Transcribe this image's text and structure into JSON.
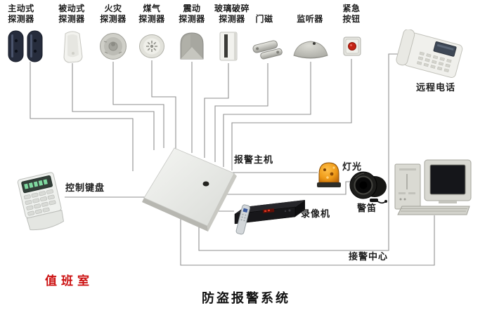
{
  "diagram_title": "防盗报警系统",
  "colors": {
    "line_gray": "#8f8f8f",
    "label_text": "#1c1c1c",
    "duty_room_red": "#cc1111",
    "beacon_orange": "#ef9a17",
    "alarm_host_face": "#ebece9"
  },
  "top_row": [
    {
      "id": "active-detector",
      "label": "主动式\n探测器"
    },
    {
      "id": "passive-detector",
      "label": "被动式\n探测器"
    },
    {
      "id": "fire-detector",
      "label": "火灾\n探测器"
    },
    {
      "id": "gas-detector",
      "label": "煤气\n探测器"
    },
    {
      "id": "vibration-detector",
      "label": "震动\n探测器"
    },
    {
      "id": "glass-break-detector",
      "label": "玻璃破碎\n探测器"
    },
    {
      "id": "door-contact",
      "label": "门磁"
    },
    {
      "id": "listener",
      "label": "监听器"
    },
    {
      "id": "emergency-button",
      "label": "紧急\n按钮"
    }
  ],
  "nodes": {
    "remote_phone": {
      "label": "远程电话"
    },
    "control_keypad": {
      "label": "控制键盘"
    },
    "alarm_host": {
      "label": "报警主机"
    },
    "light": {
      "label": "灯光"
    },
    "siren": {
      "label": "警笛"
    },
    "video_recorder": {
      "label": "录像机"
    },
    "alarm_center": {
      "label": "接警中心"
    },
    "duty_room": {
      "label": "值班室"
    }
  },
  "connections": [
    {
      "from": "主动式探测器",
      "to": "报警主机"
    },
    {
      "from": "被动式探测器",
      "to": "报警主机"
    },
    {
      "from": "火灾探测器",
      "to": "报警主机"
    },
    {
      "from": "煤气探测器",
      "to": "报警主机"
    },
    {
      "from": "震动探测器",
      "to": "报警主机"
    },
    {
      "from": "玻璃破碎探测器",
      "to": "报警主机"
    },
    {
      "from": "门磁",
      "to": "报警主机"
    },
    {
      "from": "监听器",
      "to": "报警主机"
    },
    {
      "from": "紧急按钮",
      "to": "报警主机"
    },
    {
      "from": "控制键盘",
      "to": "报警主机"
    },
    {
      "from": "报警主机",
      "to": "灯光"
    },
    {
      "from": "报警主机",
      "to": "警笛"
    },
    {
      "from": "报警主机",
      "to": "录像机"
    },
    {
      "from": "报警主机",
      "to": "远程电话"
    },
    {
      "from": "报警主机",
      "to": "接警中心"
    }
  ]
}
